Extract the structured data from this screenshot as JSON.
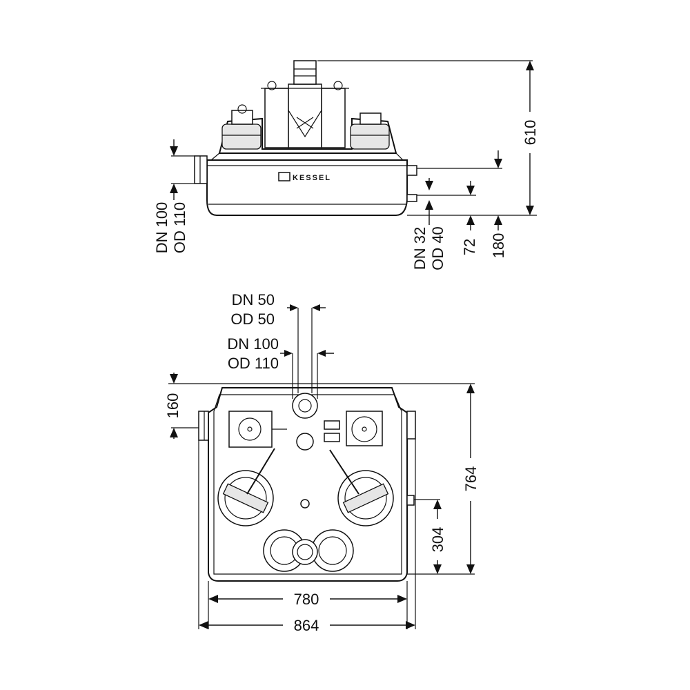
{
  "brand": {
    "name": "KESSEL"
  },
  "elevation_view": {
    "labels": {
      "inlet_dn": "DN 100",
      "inlet_od": "OD 110",
      "outlet_dn": "DN 32",
      "outlet_od": "OD 40",
      "height_72": "72",
      "height_180": "180",
      "height_610": "610"
    }
  },
  "plan_view": {
    "labels": {
      "top_dn50": "DN 50",
      "top_od50": "OD 50",
      "top_dn100": "DN 100",
      "top_od110": "OD 110",
      "dim_160": "160",
      "dim_764": "764",
      "dim_304": "304",
      "dim_780": "780",
      "dim_864": "864"
    }
  }
}
